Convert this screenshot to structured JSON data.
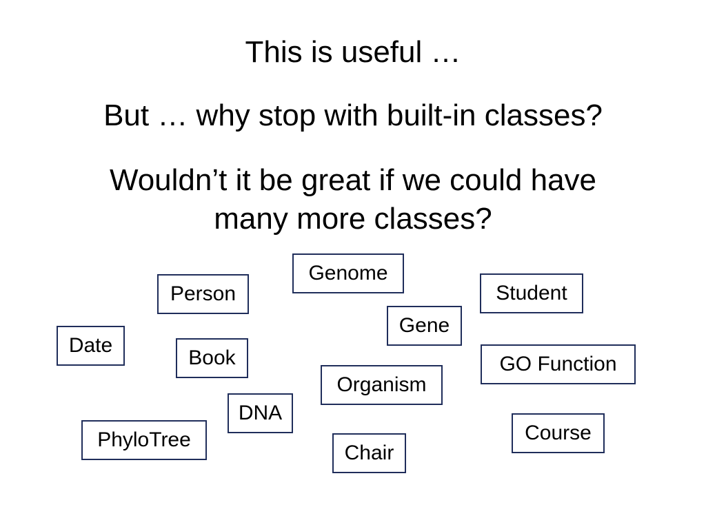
{
  "slide": {
    "lines": [
      "This is useful …",
      "But … why stop with built-in classes?",
      "Wouldn’t it be great if we could have",
      "many more classes?"
    ],
    "classes": [
      "Genome",
      "Person",
      "Student",
      "Gene",
      "Date",
      "Book",
      "GO Function",
      "Organism",
      "DNA",
      "Course",
      "PhyloTree",
      "Chair"
    ],
    "colors": {
      "box_border": "#1f2d5a",
      "text": "#000000",
      "background": "#ffffff"
    }
  }
}
